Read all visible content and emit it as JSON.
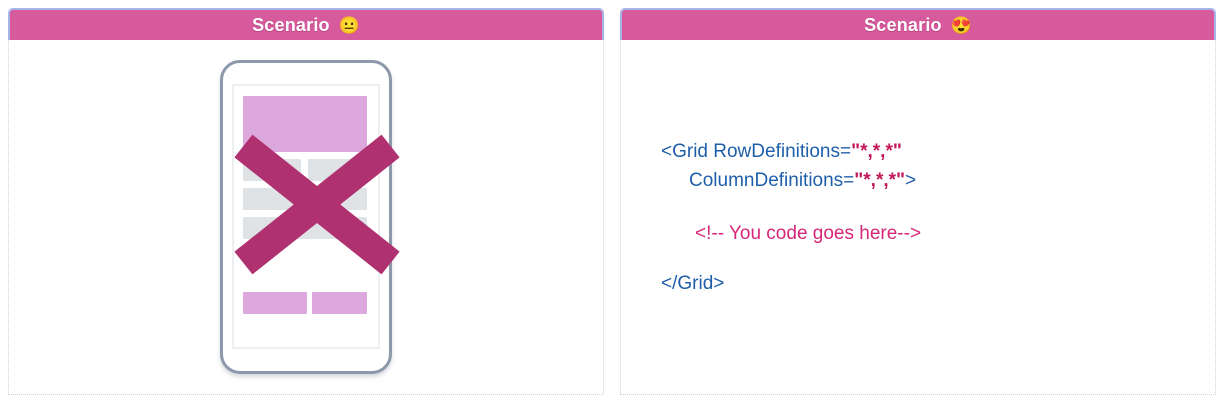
{
  "panels": [
    {
      "id": "bad-scenario",
      "title": "Scenario",
      "emoji": "😐",
      "emoji_name": "neutral-face-emoji",
      "content_type": "phone-wireframe",
      "marked_invalid": true
    },
    {
      "id": "good-scenario",
      "title": "Scenario",
      "emoji": "😍",
      "emoji_name": "smiling-face-with-heart-eyes-emoji",
      "content_type": "code-snippet"
    }
  ],
  "code": {
    "language": "xaml",
    "lines": [
      {
        "type": "code",
        "indent": 0,
        "tokens": [
          {
            "text": "<Grid RowDefinitions=",
            "kind": "tag"
          },
          {
            "text": "\"*,*,*\"",
            "kind": "val"
          }
        ]
      },
      {
        "type": "code",
        "indent": 1,
        "tokens": [
          {
            "text": "ColumnDefinitions=",
            "kind": "attr"
          },
          {
            "text": "\"*,*,*\"",
            "kind": "val"
          },
          {
            "text": ">",
            "kind": "tag"
          }
        ]
      },
      {
        "type": "blank"
      },
      {
        "type": "code",
        "indent": 2,
        "tokens": [
          {
            "text": "<!-- You code goes here-->",
            "kind": "comment"
          }
        ]
      },
      {
        "type": "blank-sm"
      },
      {
        "type": "code",
        "indent": 0,
        "tokens": [
          {
            "text": "</Grid>",
            "kind": "tag"
          }
        ]
      }
    ]
  },
  "wireframe": {
    "blocks": [
      {
        "name": "hero-block",
        "style": "purple",
        "class": "bar-hero"
      },
      {
        "name": "content-block-1a",
        "style": "gray",
        "class": "bar-r1a"
      },
      {
        "name": "content-block-1b",
        "style": "gray",
        "class": "bar-r1b"
      },
      {
        "name": "content-block-2",
        "style": "gray",
        "class": "bar-r2"
      },
      {
        "name": "content-block-3",
        "style": "gray",
        "class": "bar-r3"
      },
      {
        "name": "footer-button-left",
        "style": "purple",
        "class": "bar-btn-l"
      },
      {
        "name": "footer-button-right",
        "style": "purple",
        "class": "bar-btn-r"
      }
    ]
  },
  "colors": {
    "header_pink": "#d65a9c",
    "header_border": "#a8b4e8",
    "cross_magenta": "#b0316f",
    "block_purple": "#dda8de",
    "block_gray": "#dfe3e6",
    "phone_frame": "#8d99ab",
    "code_tag_blue": "#1f5fa9",
    "code_value_crimson": "#c2185b",
    "code_comment_pink": "#d6267a",
    "panel_border_dotted": "#d2d2d2"
  }
}
